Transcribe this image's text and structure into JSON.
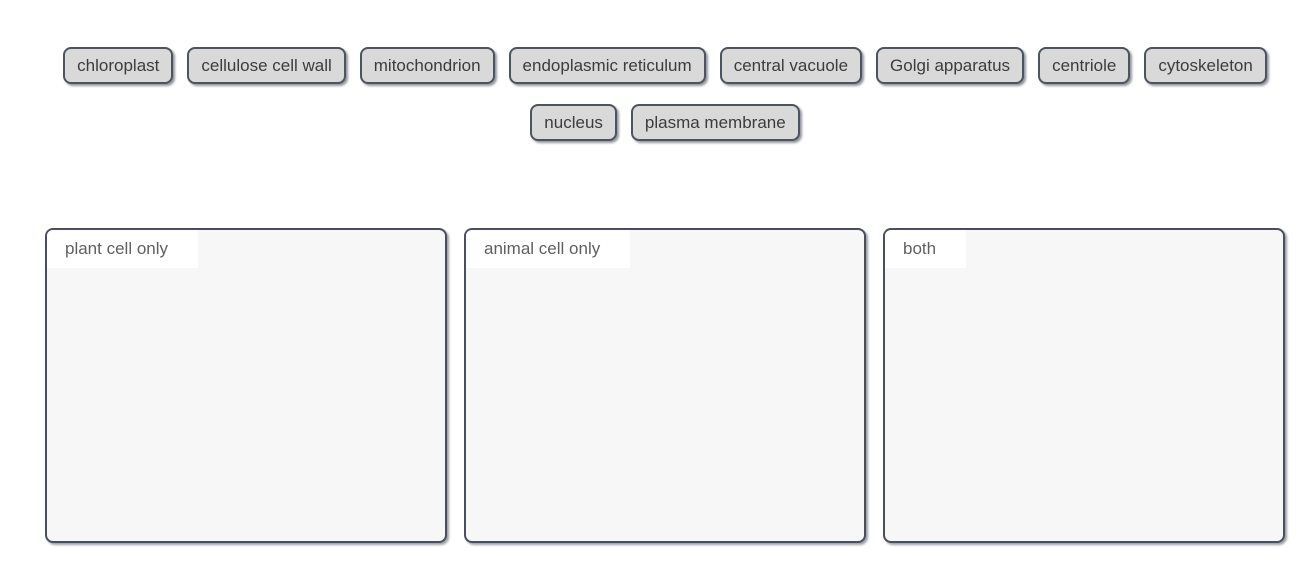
{
  "chips": {
    "row1": [
      "chloroplast",
      "cellulose cell wall",
      "mitochondrion",
      "endoplasmic reticulum",
      "central vacuole",
      "Golgi apparatus",
      "centriole",
      "cytoskeleton"
    ],
    "row2": [
      "nucleus",
      "plasma membrane"
    ]
  },
  "drop_zones": [
    {
      "label": "plant cell only"
    },
    {
      "label": "animal cell only"
    },
    {
      "label": "both"
    }
  ],
  "colors": {
    "chip_bg": "#d9d9d9",
    "chip_border": "#4e5360",
    "chip_text": "#3c3c3c",
    "zone_bg": "#f7f7f8",
    "zone_border": "#4a4f5c",
    "zone_label_bg": "#ffffff",
    "zone_label_text": "#606060",
    "page_bg": "#ffffff"
  }
}
